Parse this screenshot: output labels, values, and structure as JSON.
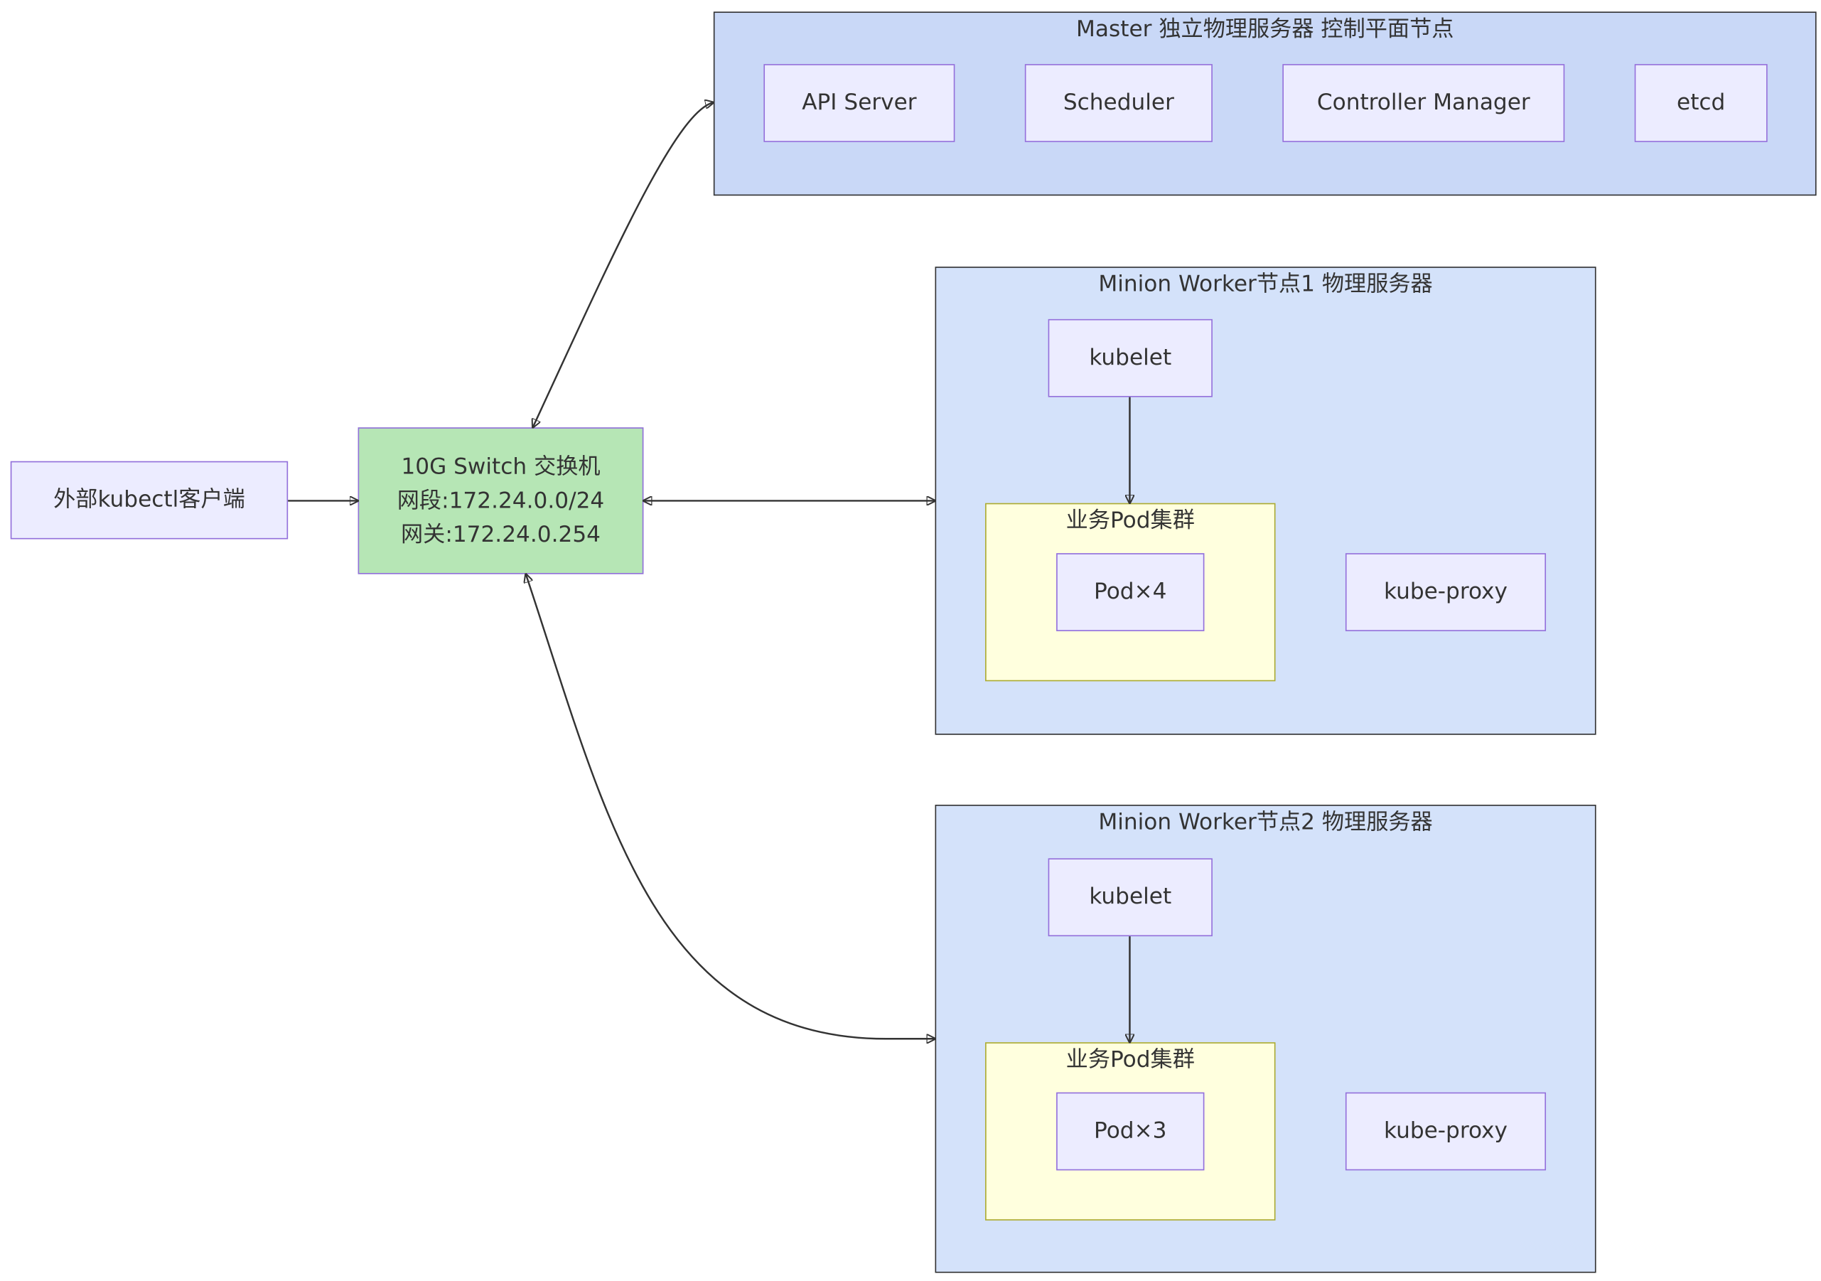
{
  "client": {
    "label": "外部kubectl客户端"
  },
  "switch": {
    "line1": "10G Switch 交换机",
    "line2": "网段:172.24.0.0/24",
    "line3": "网关:172.24.0.254"
  },
  "master": {
    "title": "Master 独立物理服务器 控制平面节点",
    "components": [
      "API Server",
      "Scheduler",
      "Controller Manager",
      "etcd"
    ]
  },
  "worker1": {
    "title": "Minion Worker节点1 物理服务器",
    "kubelet": "kubelet",
    "pod_group_title": "业务Pod集群",
    "pods": "Pod×4",
    "proxy": "kube-proxy"
  },
  "worker2": {
    "title": "Minion Worker节点2 物理服务器",
    "kubelet": "kubelet",
    "pod_group_title": "业务Pod集群",
    "pods": "Pod×3",
    "proxy": "kube-proxy"
  },
  "colors": {
    "master_bg": "#c9d8f7",
    "worker_bg": "#d4e2fa",
    "pod_group_bg": "#ffffde",
    "node_bg": "#ececff",
    "switch_bg": "#b6e6b5",
    "node_border": "#9370db",
    "edge": "#333333"
  }
}
